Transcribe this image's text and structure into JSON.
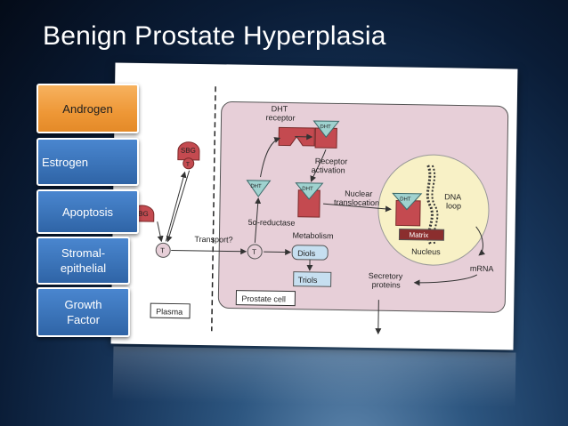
{
  "slide": {
    "title": "Benign Prostate Hyperplasia"
  },
  "tabs": [
    {
      "label": "Androgen",
      "active": true
    },
    {
      "label": "Estrogen",
      "active": false
    },
    {
      "label": "Apoptosis",
      "active": false
    },
    {
      "label": "Stromal-\nepithelial",
      "active": false
    },
    {
      "label": "Growth\nFactor",
      "active": false
    }
  ],
  "diagram": {
    "sbg_top": "SBG",
    "sbg_left": "SBG",
    "t_label": "T",
    "dht_small": "DHT",
    "dht_receptor": "DHT\nreceptor",
    "receptor_activation": "Receptor\nactivation",
    "five_alpha_reductase": "5α-reductase",
    "transport": "Transport?",
    "metabolism": "Metabolism",
    "diols": "Diols",
    "triols": "Triols",
    "nuclear_translocation": "Nuclear\ntranslocation",
    "dna_loop": "DNA\nloop",
    "matrix": "Matrix",
    "nucleus": "Nucleus",
    "mrna": "mRNA",
    "secretory_proteins": "Secretory\nproteins",
    "prostate_cell": "Prostate cell",
    "plasma": "Plasma"
  },
  "colors": {
    "cell_fill": "#e7cfd8",
    "nucleus_fill": "#f8f1c6",
    "receptor_fill": "#c44a50",
    "dht_fill": "#9fd2cf",
    "box_fill": "#c6dff0",
    "tab_blue": "#3b74b9",
    "tab_orange": "#ee9736"
  }
}
